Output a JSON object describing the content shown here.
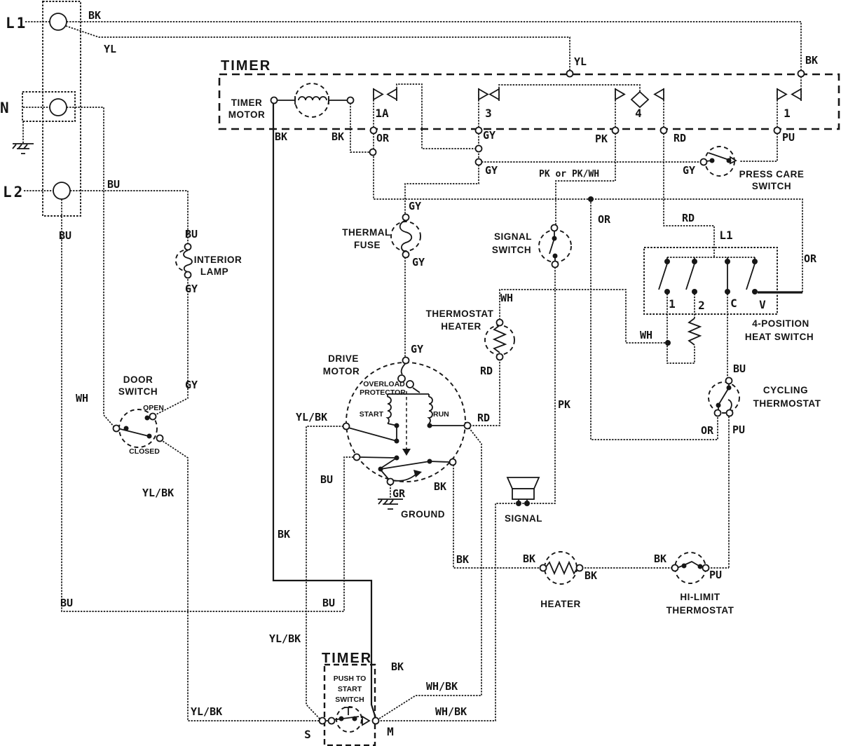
{
  "colors": {
    "ink": "#161616",
    "paper": "#ffffff"
  },
  "wire_codes": {
    "BK": "BK",
    "YL": "YL",
    "BU": "BU",
    "GY": "GY",
    "WH": "WH",
    "OR": "OR",
    "PK": "PK",
    "RD": "RD",
    "PU": "PU",
    "GR": "GR",
    "YL_BK": "YL/BK",
    "WH_BK": "WH/BK",
    "PK_MIX": "PK or PK/WH"
  },
  "terminals": {
    "l1": "L1",
    "n": "N",
    "l2": "L2"
  },
  "timer": {
    "title": "TIMER",
    "motor_line1": "TIMER",
    "motor_line2": "MOTOR",
    "contact_1a": "1A",
    "contact_3": "3",
    "contact_4": "4",
    "contact_1": "1"
  },
  "components": {
    "interior_lamp": {
      "line1": "INTERIOR",
      "line2": "LAMP"
    },
    "door_switch": {
      "line1": "DOOR",
      "line2": "SWITCH",
      "open": "OPEN",
      "closed": "CLOSED"
    },
    "thermal_fuse": {
      "line1": "THERMAL",
      "line2": "FUSE"
    },
    "signal_switch": {
      "line1": "SIGNAL",
      "line2": "SWITCH"
    },
    "press_care_switch": {
      "line1": "PRESS CARE",
      "line2": "SWITCH"
    },
    "thermostat_heater": {
      "line1": "THERMOSTAT",
      "line2": "HEATER"
    },
    "heat_switch": {
      "line1": "4-POSITION",
      "line2": "HEAT SWITCH",
      "line_in": "L1",
      "pos1": "1",
      "pos2": "2",
      "posC": "C",
      "posV": "V"
    },
    "cycling_thermostat": {
      "line1": "CYCLING",
      "line2": "THERMOSTAT"
    },
    "drive_motor": {
      "line1": "DRIVE",
      "line2": "MOTOR",
      "overload1": "OVERLOAD",
      "overload2": "PROTECTOR",
      "start": "START",
      "run": "RUN",
      "ground": "GROUND"
    },
    "signal": {
      "label": "SIGNAL"
    },
    "heater": {
      "label": "HEATER"
    },
    "hi_limit": {
      "line1": "HI-LIMIT",
      "line2": "THERMOSTAT"
    },
    "push_start": {
      "title": "TIMER",
      "line1": "PUSH TO",
      "line2": "START",
      "line3": "SWITCH",
      "term_s": "S",
      "term_m": "M"
    }
  }
}
